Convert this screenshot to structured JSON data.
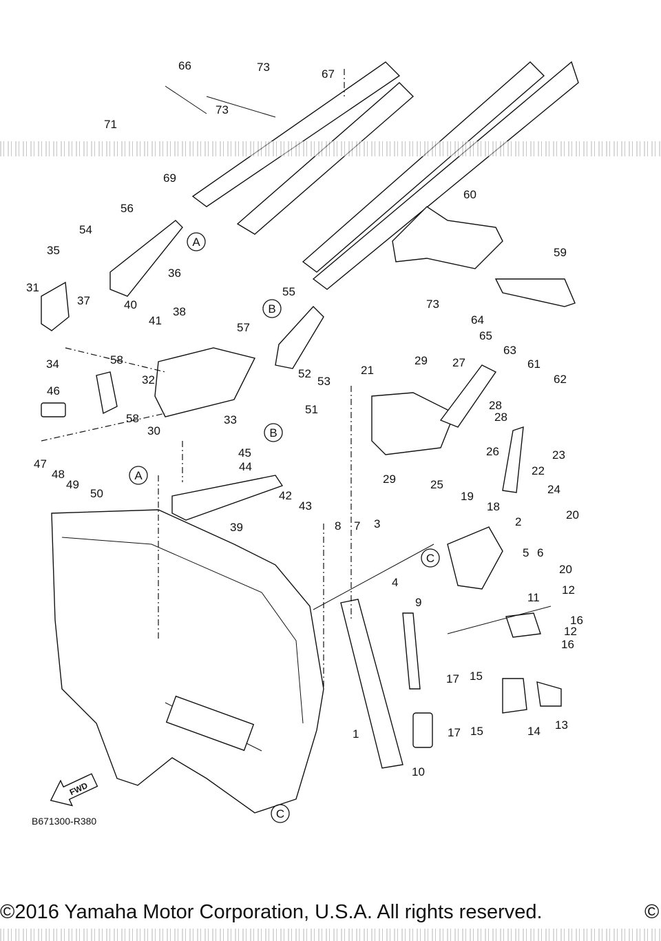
{
  "diagram": {
    "code": "B671300-R380",
    "fwd_label": "FWD",
    "copyright": "©2016 Yamaha Motor Corporation, U.S.A. All rights reserved.",
    "copyright_right": "©",
    "callouts": [
      "A",
      "A",
      "B",
      "B",
      "C",
      "C"
    ],
    "part_numbers": [
      "1",
      "2",
      "3",
      "4",
      "5",
      "6",
      "7",
      "8",
      "9",
      "10",
      "11",
      "12",
      "12",
      "13",
      "14",
      "15",
      "15",
      "16",
      "16",
      "17",
      "17",
      "18",
      "19",
      "20",
      "20",
      "21",
      "22",
      "23",
      "24",
      "25",
      "26",
      "27",
      "28",
      "28",
      "29",
      "29",
      "30",
      "31",
      "32",
      "33",
      "34",
      "35",
      "36",
      "37",
      "38",
      "39",
      "40",
      "41",
      "42",
      "43",
      "44",
      "45",
      "46",
      "47",
      "48",
      "49",
      "50",
      "51",
      "52",
      "53",
      "54",
      "55",
      "56",
      "57",
      "58",
      "58",
      "59",
      "60",
      "61",
      "62",
      "63",
      "64",
      "65",
      "66",
      "67",
      "69",
      "71",
      "73",
      "73",
      "73"
    ]
  }
}
